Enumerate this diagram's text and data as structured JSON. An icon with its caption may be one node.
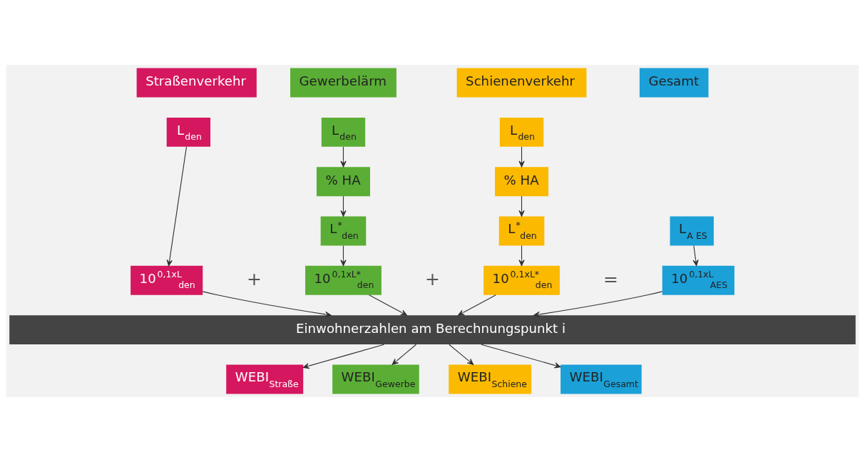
{
  "diagram": {
    "nodes": [
      {
        "text": [
          "Straßenverkehr"
        ]
      },
      {
        "text": [
          "Gewerbelärm"
        ]
      },
      {
        "text": [
          "Schienenverkehr"
        ]
      },
      {
        "text": [
          "Gesamt"
        ]
      },
      {
        "text": [
          "L$_{den}$"
        ]
      },
      {
        "text": [
          "L$_{den}$"
        ]
      },
      {
        "text": [
          "L$_{den}$"
        ]
      },
      {
        "text": [
          "% HA"
        ]
      },
      {
        "text": [
          "% HA"
        ]
      },
      {
        "text": [
          "L$^{*}$$_{den}$"
        ]
      },
      {
        "text": [
          "L$^{*}$$_{den}$"
        ]
      },
      {
        "text": [
          "L$_{A ES}$"
        ]
      },
      {
        "text": [
          "10$^{0,1xL}$$_{den}$"
        ]
      },
      {
        "text": [
          "10$^{0,1xL*}$$_{den}$"
        ]
      },
      {
        "text": [
          "10$^{0,1xL*}$$_{den}$"
        ]
      },
      {
        "text": [
          "10$^{0,1xL}$$_{AES}$"
        ]
      },
      {
        "text": [
          "Einwohnerzahlen am Berechnungspunkt i"
        ]
      },
      {
        "text": [
          "WEBI$_{Straße}$"
        ]
      },
      {
        "text": [
          "WEBI$_{Gewerbe}$"
        ]
      },
      {
        "text": [
          "WEBI$_{Schiene}$"
        ]
      },
      {
        "text": [
          "WEBI$_{Gesamt}$"
        ]
      }
    ],
    "edges": [
      {
        "from": 4,
        "to": 12,
        "arrow": "to"
      },
      {
        "from": 5,
        "to": 7,
        "arrow": "to"
      },
      {
        "from": 7,
        "to": 9,
        "arrow": "to"
      },
      {
        "from": 9,
        "to": 13,
        "arrow": "to"
      },
      {
        "from": 6,
        "to": 8,
        "arrow": "to"
      },
      {
        "from": 8,
        "to": 10,
        "arrow": "to"
      },
      {
        "from": 10,
        "to": 14,
        "arrow": "to"
      },
      {
        "from": 11,
        "to": 15,
        "arrow": "to"
      },
      {
        "from": 12,
        "to": 16,
        "arrow": "to"
      },
      {
        "from": 13,
        "to": 16,
        "arrow": "to"
      },
      {
        "from": 14,
        "to": 16,
        "arrow": "to"
      },
      {
        "from": 15,
        "to": 16,
        "arrow": "to"
      },
      {
        "from": 16,
        "to": 17,
        "arrow": "to"
      },
      {
        "from": 16,
        "to": 18,
        "arrow": "to"
      },
      {
        "from": 16,
        "to": 19,
        "arrow": "to"
      },
      {
        "from": 16,
        "to": 20,
        "arrow": "to"
      }
    ],
    "labels": [
      "+",
      "+",
      "="
    ]
  }
}
